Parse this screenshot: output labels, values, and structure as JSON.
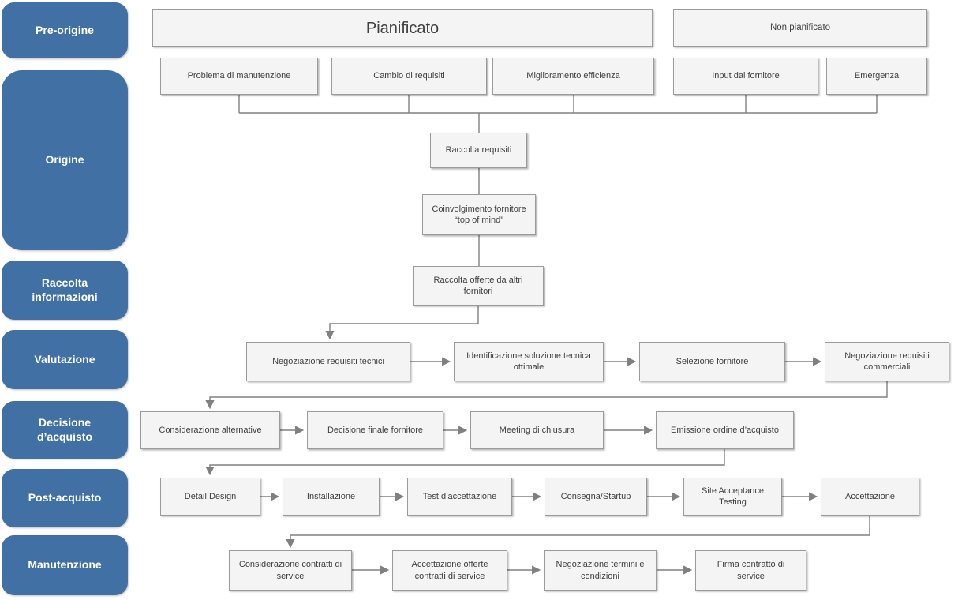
{
  "palette": {
    "sidebar_blue": "#4170a4",
    "node_fill": "#f4f4f4",
    "node_border": "#9b9b9b",
    "connector_gray": "#808080",
    "node_text": "#404040"
  },
  "sidebar": {
    "items": [
      {
        "label": "Pre-origine"
      },
      {
        "label": "Origine"
      },
      {
        "label": "Raccolta informazioni"
      },
      {
        "label": "Valutazione"
      },
      {
        "label": "Decisione d’acquisto"
      },
      {
        "label": "Post-acquisto"
      },
      {
        "label": "Manutenzione"
      }
    ]
  },
  "flow": {
    "planned_header": "Pianificato",
    "unplanned_header": "Non pianificato",
    "origins": [
      "Problema di manutenzione",
      "Cambio di requisiti",
      "Miglioramento efficienza",
      "Input dal fornitore",
      "Emergenza"
    ],
    "info_chain": [
      "Raccolta requisiti",
      "Coinvolgimento fornitore “top of mind”",
      "Raccolta offerte da altri fornitori"
    ],
    "valutazione": [
      "Negoziazione requisiti tecnici",
      "Identificazione soluzione tecnica ottimale",
      "Selezione fornitore",
      "Negoziazione requisiti commerciali"
    ],
    "decisione": [
      "Considerazione alternative",
      "Decisione finale fornitore",
      "Meeting di chiusura",
      "Emissione ordine d’acquisto"
    ],
    "post_acquisto": [
      "Detail Design",
      "Installazione",
      "Test d’accettazione",
      "Consegna/Startup",
      "Site Acceptance Testing",
      "Accettazione"
    ],
    "manutenzione": [
      "Considerazione contratti di service",
      "Accettazione offerte contratti di service",
      "Negoziazione termini e condizioni",
      "Firma contratto di service"
    ]
  }
}
